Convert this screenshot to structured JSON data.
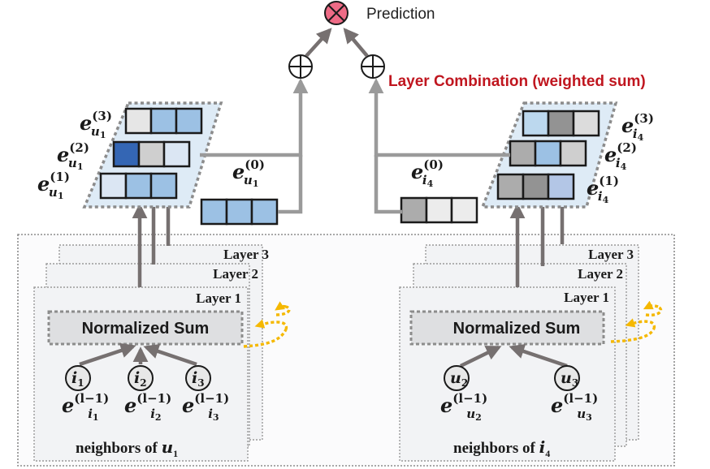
{
  "title": "Layer Combination diagram (LightGCN)",
  "prediction": {
    "label": "Prediction",
    "symbol": "⊗",
    "color": "#ee6b86"
  },
  "combination": {
    "label": "Layer Combination (weighted sum)",
    "symbol": "⊕",
    "color": "#c0161f"
  },
  "user": {
    "layer_embeddings": [
      {
        "sym": "e",
        "sub": "u",
        "subsub": "1",
        "sup": "(3)",
        "cells": [
          "#e6e6e6",
          "#9cc1e4",
          "#9cc1e4"
        ]
      },
      {
        "sym": "e",
        "sub": "u",
        "subsub": "1",
        "sup": "(2)",
        "cells": [
          "#3466b4",
          "#cfcfcf",
          "#dbe6f3"
        ]
      },
      {
        "sym": "e",
        "sub": "u",
        "subsub": "1",
        "sup": "(1)",
        "cells": [
          "#dbe6f3",
          "#9cc1e4",
          "#9cc1e4"
        ]
      }
    ],
    "initial": {
      "sym": "e",
      "sub": "u",
      "subsub": "1",
      "sup": "(0)",
      "cells": [
        "#9cc1e4",
        "#9cc1e4",
        "#9cc1e4"
      ]
    },
    "layers": [
      "Layer 3",
      "Layer 2",
      "Layer 1"
    ],
    "aggregator": "Normalized Sum",
    "neighbors": [
      {
        "node": "i",
        "node_sub": "1",
        "emb_sub": "i",
        "emb_subsub": "1",
        "sup": "(l−1)"
      },
      {
        "node": "i",
        "node_sub": "2",
        "emb_sub": "i",
        "emb_subsub": "2",
        "sup": "(l−1)"
      },
      {
        "node": "i",
        "node_sub": "3",
        "emb_sub": "i",
        "emb_subsub": "3",
        "sup": "(l−1)"
      }
    ],
    "neighbors_label": "neighbors of ",
    "neighbors_of": "u",
    "neighbors_of_sub": "1"
  },
  "item": {
    "layer_embeddings": [
      {
        "sym": "e",
        "sub": "i",
        "subsub": "4",
        "sup": "(3)",
        "cells": [
          "#bcd8ee",
          "#939393",
          "#dcdcdc"
        ]
      },
      {
        "sym": "e",
        "sub": "i",
        "subsub": "4",
        "sup": "(2)",
        "cells": [
          "#acacac",
          "#9cc1e4",
          "#cfcfcf"
        ]
      },
      {
        "sym": "e",
        "sub": "i",
        "subsub": "4",
        "sup": "(1)",
        "cells": [
          "#acacac",
          "#939393",
          "#b3c6e6"
        ]
      }
    ],
    "initial": {
      "sym": "e",
      "sub": "i",
      "subsub": "4",
      "sup": "(0)",
      "cells": [
        "#acacac",
        "#ececec",
        "#ececec"
      ]
    },
    "layers": [
      "Layer 3",
      "Layer 2",
      "Layer 1"
    ],
    "aggregator": "Normalized Sum",
    "neighbors": [
      {
        "node": "u",
        "node_sub": "2",
        "emb_sub": "u",
        "emb_subsub": "2",
        "sup": "(l−1)"
      },
      {
        "node": "u",
        "node_sub": "3",
        "emb_sub": "u",
        "emb_subsub": "3",
        "sup": "(l−1)"
      }
    ],
    "neighbors_label": "neighbors of ",
    "neighbors_of": "i",
    "neighbors_of_sub": "4"
  },
  "colors": {
    "arrow": "#767070",
    "arrow_light": "#9a9a9a",
    "panel_fill": "#f2f3f5",
    "parallelogram_fill": "#deebf6",
    "dotted_border": "#8c8c8c",
    "loop_arrow": "#f5b800",
    "nsum_fill": "#dedfe1"
  }
}
